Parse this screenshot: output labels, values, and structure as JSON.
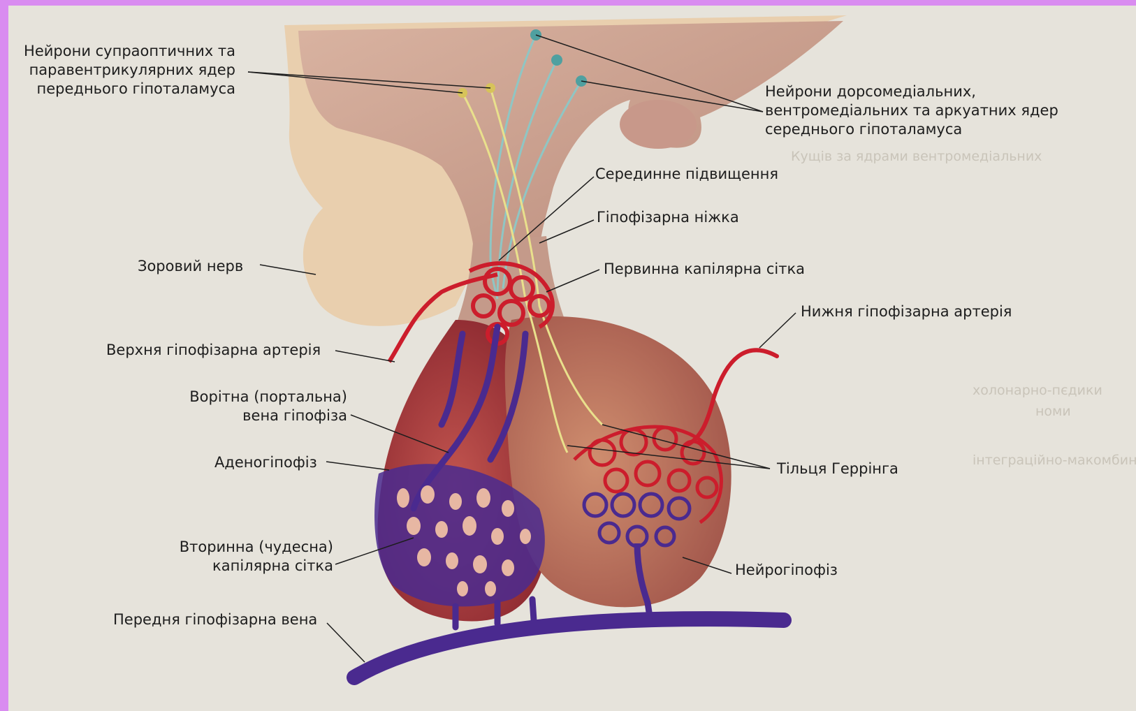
{
  "colors": {
    "page": "#e6e3db",
    "frame": "#d98cf0",
    "hypothalamus": "#c99e8c",
    "optic_nerve": "#e9cfae",
    "adenohypophysis": "#a93a3a",
    "neurohypophysis": "#b56f5a",
    "artery": "#cc1d2c",
    "vein": "#4a2a8f",
    "neuron_teal": "#8fc6c4",
    "neuron_yellow": "#e9e08c"
  },
  "labels": {
    "supraoptic_1": "Нейрони супраоптичних та",
    "supraoptic_2": "паравентрикулярних ядер",
    "supraoptic_3": "переднього гіпоталамуса",
    "dorsomedial_1": "Нейрони дорсомедіальних,",
    "dorsomedial_2": "вентромедіальних та аркуатних ядер",
    "dorsomedial_3": "середнього гіпоталамуса",
    "median_eminence": "Серединне підвищення",
    "pituitary_stalk": "Гіпофізарна ніжка",
    "optic_nerve": "Зоровий нерв",
    "primary_capillary": "Первинна капілярна сітка",
    "inferior_artery": "Нижня гіпофізарна артерія",
    "superior_artery": "Верхня гіпофізарна артерія",
    "portal_vein_1": "Ворітна (портальна)",
    "portal_vein_2": "вена гіпофіза",
    "adenohypophysis": "Аденогіпофіз",
    "herring_bodies": "Тільця Геррінга",
    "secondary_capillary_1": "Вторинна (чудесна)",
    "secondary_capillary_2": "капілярна сітка",
    "neurohypophysis": "Нейрогіпофіз",
    "anterior_vein": "Передня гіпофізарна вена"
  },
  "background_text": {
    "t1": "Кущів за ядрами вентромедіальних",
    "t2": "холонарно-пєдики",
    "t3": "номи",
    "t4": "інтеграційно-макомбини"
  }
}
